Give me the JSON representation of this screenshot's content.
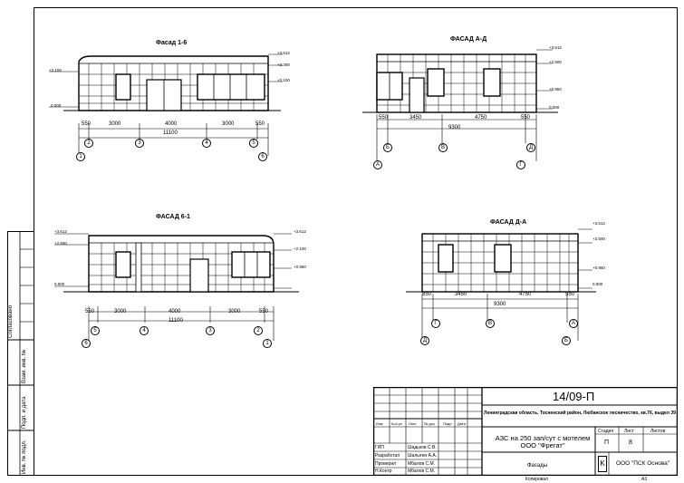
{
  "facades": {
    "f1_6": {
      "title": "Фасад 1-6",
      "levels": [
        "+3.612",
        "+3.300",
        "+2.100",
        "+2.100",
        "0.000"
      ],
      "dims": [
        "550",
        "3000",
        "4000",
        "3000",
        "550"
      ],
      "total": "11100",
      "axes_top": [
        "2",
        "3",
        "4",
        "5"
      ],
      "axes_bottom": [
        "1",
        "6"
      ]
    },
    "fAD": {
      "title": "ФАСАД А-Д",
      "levels": [
        "+3.612",
        "+2.500",
        "+0.950",
        "0.000"
      ],
      "dims": [
        "550",
        "3450",
        "4750",
        "550"
      ],
      "total": "9300",
      "axes_top": [
        "Б",
        "В",
        "Д"
      ],
      "axes_bottom": [
        "А",
        "Г"
      ]
    },
    "f6_1": {
      "title": "ФАСАД 6-1",
      "levels_left": [
        "+3.612",
        "+2.500",
        "0.000"
      ],
      "levels_right": [
        "+3.612",
        "+2.100",
        "+0.950"
      ],
      "dims": [
        "550",
        "3000",
        "4000",
        "3000",
        "550"
      ],
      "total": "11100",
      "axes_top": [
        "5",
        "4",
        "3",
        "2"
      ],
      "axes_bottom": [
        "6",
        "1"
      ]
    },
    "fDA": {
      "title": "ФАСАД Д-А",
      "levels": [
        "+3.612",
        "+2.500",
        "+0.950",
        "0.000"
      ],
      "dims": [
        "550",
        "3450",
        "4750",
        "550"
      ],
      "total": "9300",
      "axes_top": [
        "Г",
        "В",
        "А"
      ],
      "axes_bottom": [
        "Д",
        "Б"
      ]
    }
  },
  "stamp": {
    "code": "14/09-П",
    "address": "Ленинградская область, Тосненский район, Любанское лесничество, кв.76, выдел 39",
    "project": "АЗС на 250 зап/сут с мотелем ООО \"Фрегат\"",
    "sheet_title": "Фасады",
    "stage_h": "Стадия",
    "sheet_h": "Лист",
    "sheets_h": "Листов",
    "stage": "П",
    "sheet": "8",
    "sheets": "",
    "company": "ООО \"ПСК Основа\"",
    "copied": "Копировал",
    "format": "А3",
    "header_cells": [
      "Изм",
      "Кол.уч",
      "Лист",
      "№ док",
      "Подп",
      "Дата"
    ],
    "roles": [
      "ГИП",
      "Разработал",
      "Проверил",
      "Н.Контр"
    ],
    "names": [
      "Шадьков С.В.",
      "Шалыгин А.А.",
      "Мбалов С.М.",
      "Мбалов С.М."
    ]
  },
  "side_labels": [
    "Согласовано",
    "Взам. инв. №",
    "Подп. и дата",
    "Инв. № подл."
  ]
}
